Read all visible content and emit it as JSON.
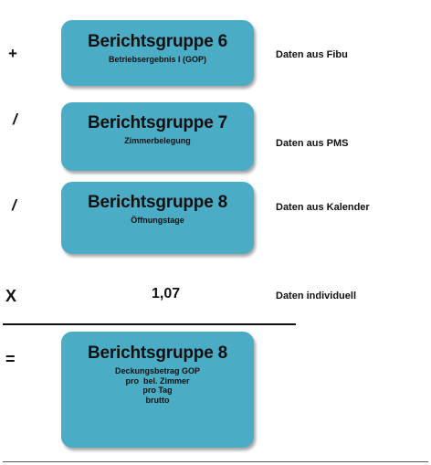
{
  "rows": [
    {
      "operator": "+",
      "title": "Berichtsgruppe 6",
      "subtitle": [
        "Betriebsergebnis I (GOP)"
      ],
      "note": "Daten aus Fibu"
    },
    {
      "operator": "/",
      "title": "Berichtsgruppe 7",
      "subtitle": [
        "Zimmerbelegung"
      ],
      "note": "Daten aus PMS"
    },
    {
      "operator": "/",
      "title": "Berichtsgruppe 8",
      "subtitle": [
        "Öffnungstage"
      ],
      "note": "Daten aus Kalender"
    }
  ],
  "factor_row": {
    "operator": "X",
    "value": "1,07",
    "note": "Daten individuell"
  },
  "result": {
    "operator": "=",
    "title": "Berichtsgruppe 8",
    "subtitle": [
      "Deckungsbetrag GOP",
      "pro  bel. Zimmer",
      "pro Tag",
      "brutto"
    ]
  },
  "colors": {
    "box_fill": "#4bacc6",
    "text": "#111111",
    "rule": "#111111"
  }
}
